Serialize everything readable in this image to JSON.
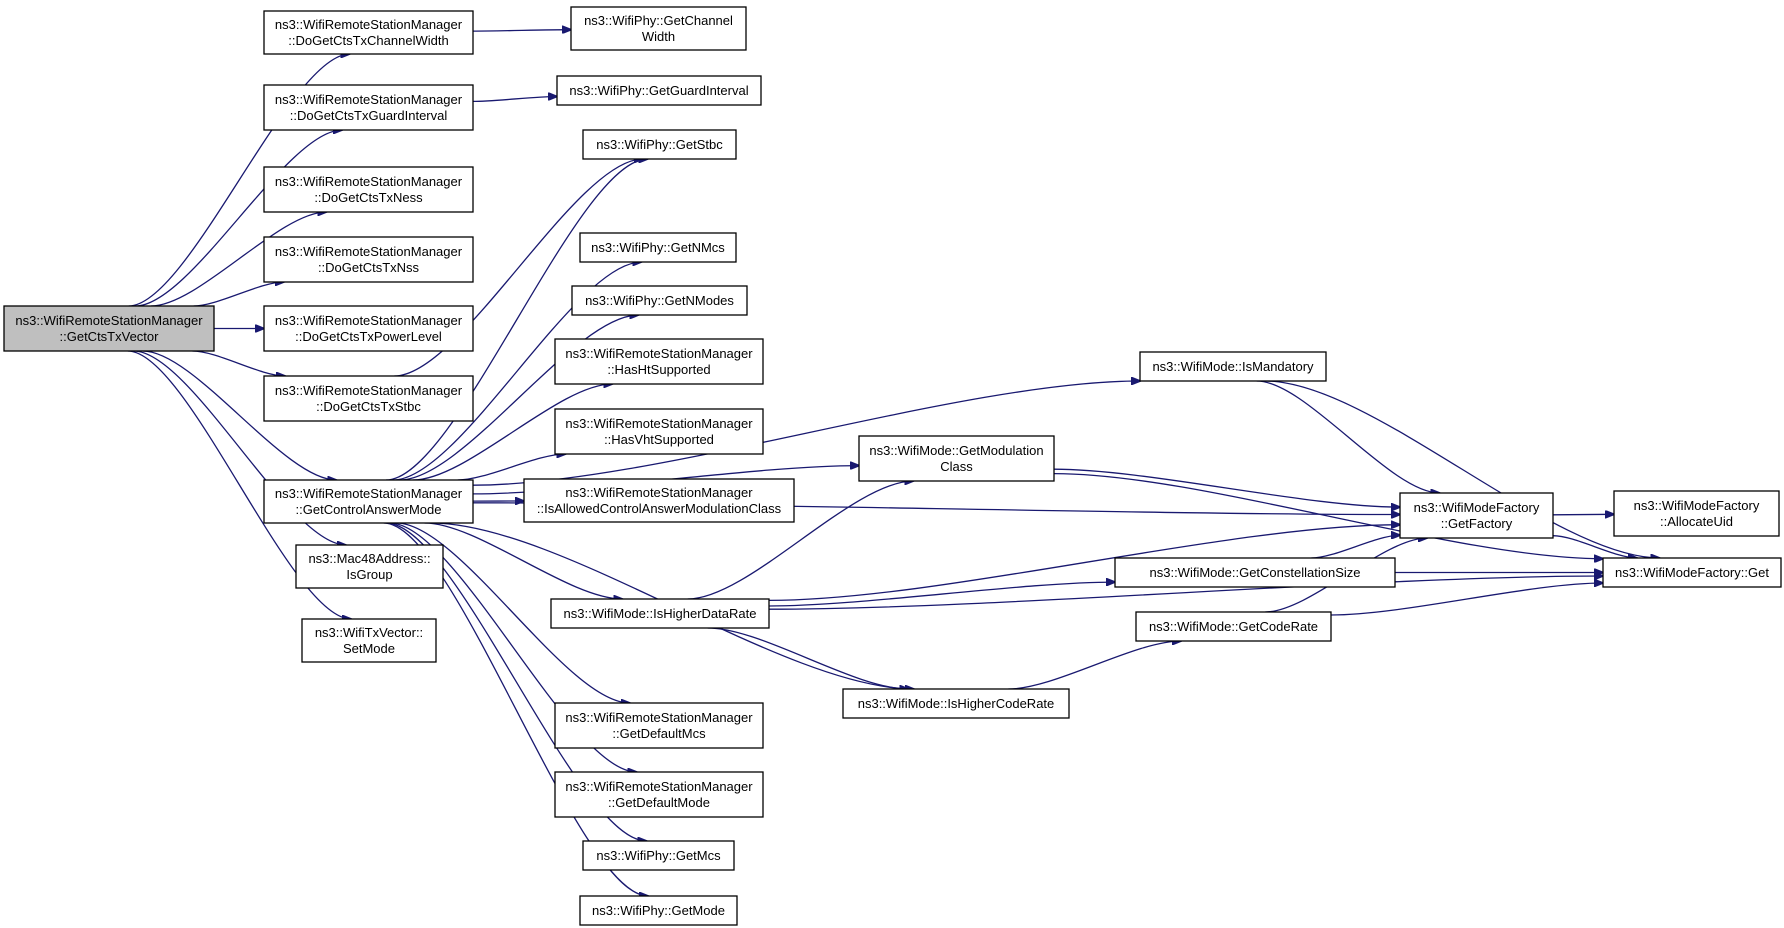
{
  "colors": {
    "edge": "#191970",
    "root_fill": "#bfbfbf",
    "node_fill": "#ffffff",
    "border": "#000000"
  },
  "nodes": [
    {
      "id": "root",
      "lines": [
        "ns3::WifiRemoteStationManager",
        "::GetCtsTxVector"
      ],
      "root": true
    },
    {
      "id": "chw",
      "lines": [
        "ns3::WifiRemoteStationManager",
        "::DoGetCtsTxChannelWidth"
      ]
    },
    {
      "id": "gi",
      "lines": [
        "ns3::WifiRemoteStationManager",
        "::DoGetCtsTxGuardInterval"
      ]
    },
    {
      "id": "ness",
      "lines": [
        "ns3::WifiRemoteStationManager",
        "::DoGetCtsTxNess"
      ]
    },
    {
      "id": "nss",
      "lines": [
        "ns3::WifiRemoteStationManager",
        "::DoGetCtsTxNss"
      ]
    },
    {
      "id": "pow",
      "lines": [
        "ns3::WifiRemoteStationManager",
        "::DoGetCtsTxPowerLevel"
      ]
    },
    {
      "id": "stbc",
      "lines": [
        "ns3::WifiRemoteStationManager",
        "::DoGetCtsTxStbc"
      ]
    },
    {
      "id": "cam",
      "lines": [
        "ns3::WifiRemoteStationManager",
        "::GetControlAnswerMode"
      ]
    },
    {
      "id": "isgroup",
      "lines": [
        "ns3::Mac48Address::",
        "IsGroup"
      ]
    },
    {
      "id": "setmode",
      "lines": [
        "ns3::WifiTxVector::",
        "SetMode"
      ]
    },
    {
      "id": "phy_chw",
      "lines": [
        "ns3::WifiPhy::GetChannel",
        "Width"
      ]
    },
    {
      "id": "phy_gi",
      "lines": [
        "ns3::WifiPhy::GetGuardInterval"
      ]
    },
    {
      "id": "phy_stbc",
      "lines": [
        "ns3::WifiPhy::GetStbc"
      ]
    },
    {
      "id": "phy_nmcs",
      "lines": [
        "ns3::WifiPhy::GetNMcs"
      ]
    },
    {
      "id": "phy_nmodes",
      "lines": [
        "ns3::WifiPhy::GetNModes"
      ]
    },
    {
      "id": "hasht",
      "lines": [
        "ns3::WifiRemoteStationManager",
        "::HasHtSupported"
      ]
    },
    {
      "id": "hasvht",
      "lines": [
        "ns3::WifiRemoteStationManager",
        "::HasVhtSupported"
      ]
    },
    {
      "id": "allowed",
      "lines": [
        "ns3::WifiRemoteStationManager",
        "::IsAllowedControlAnswerModulationClass"
      ]
    },
    {
      "id": "higherdr",
      "lines": [
        "ns3::WifiMode::IsHigherDataRate"
      ]
    },
    {
      "id": "defmcs",
      "lines": [
        "ns3::WifiRemoteStationManager",
        "::GetDefaultMcs"
      ]
    },
    {
      "id": "defmode",
      "lines": [
        "ns3::WifiRemoteStationManager",
        "::GetDefaultMode"
      ]
    },
    {
      "id": "phy_mcs",
      "lines": [
        "ns3::WifiPhy::GetMcs"
      ]
    },
    {
      "id": "phy_mode",
      "lines": [
        "ns3::WifiPhy::GetMode"
      ]
    },
    {
      "id": "modclass",
      "lines": [
        "ns3::WifiMode::GetModulation",
        "Class"
      ]
    },
    {
      "id": "highercr",
      "lines": [
        "ns3::WifiMode::IsHigherCodeRate"
      ]
    },
    {
      "id": "mandatory",
      "lines": [
        "ns3::WifiMode::IsMandatory"
      ]
    },
    {
      "id": "constsize",
      "lines": [
        "ns3::WifiMode::GetConstellationSize"
      ]
    },
    {
      "id": "coderate",
      "lines": [
        "ns3::WifiMode::GetCodeRate"
      ]
    },
    {
      "id": "getfactory",
      "lines": [
        "ns3::WifiModeFactory",
        "::GetFactory"
      ]
    },
    {
      "id": "allocuid",
      "lines": [
        "ns3::WifiModeFactory",
        "::AllocateUid"
      ]
    },
    {
      "id": "mfget",
      "lines": [
        "ns3::WifiModeFactory::Get"
      ]
    }
  ],
  "edges": [
    [
      "root",
      "chw"
    ],
    [
      "root",
      "gi"
    ],
    [
      "root",
      "ness"
    ],
    [
      "root",
      "nss"
    ],
    [
      "root",
      "pow"
    ],
    [
      "root",
      "stbc"
    ],
    [
      "root",
      "cam"
    ],
    [
      "root",
      "isgroup"
    ],
    [
      "root",
      "setmode"
    ],
    [
      "chw",
      "phy_chw"
    ],
    [
      "gi",
      "phy_gi"
    ],
    [
      "stbc",
      "phy_stbc"
    ],
    [
      "cam",
      "phy_stbc"
    ],
    [
      "cam",
      "mandatory"
    ],
    [
      "cam",
      "phy_nmcs"
    ],
    [
      "cam",
      "phy_nmodes"
    ],
    [
      "cam",
      "hasht"
    ],
    [
      "cam",
      "hasvht"
    ],
    [
      "cam",
      "allowed"
    ],
    [
      "cam",
      "modclass"
    ],
    [
      "cam",
      "getfactory"
    ],
    [
      "cam",
      "higherdr"
    ],
    [
      "cam",
      "highercr"
    ],
    [
      "cam",
      "defmcs"
    ],
    [
      "cam",
      "defmode"
    ],
    [
      "cam",
      "phy_mcs"
    ],
    [
      "cam",
      "phy_mode"
    ],
    [
      "higherdr",
      "modclass"
    ],
    [
      "higherdr",
      "getfactory"
    ],
    [
      "higherdr",
      "constsize"
    ],
    [
      "higherdr",
      "highercr"
    ],
    [
      "higherdr",
      "mfget"
    ],
    [
      "modclass",
      "getfactory"
    ],
    [
      "modclass",
      "mfget"
    ],
    [
      "mandatory",
      "getfactory"
    ],
    [
      "mandatory",
      "mfget"
    ],
    [
      "constsize",
      "getfactory"
    ],
    [
      "constsize",
      "mfget"
    ],
    [
      "highercr",
      "coderate"
    ],
    [
      "coderate",
      "getfactory"
    ],
    [
      "coderate",
      "mfget"
    ],
    [
      "getfactory",
      "allocuid"
    ],
    [
      "getfactory",
      "mfget"
    ]
  ]
}
